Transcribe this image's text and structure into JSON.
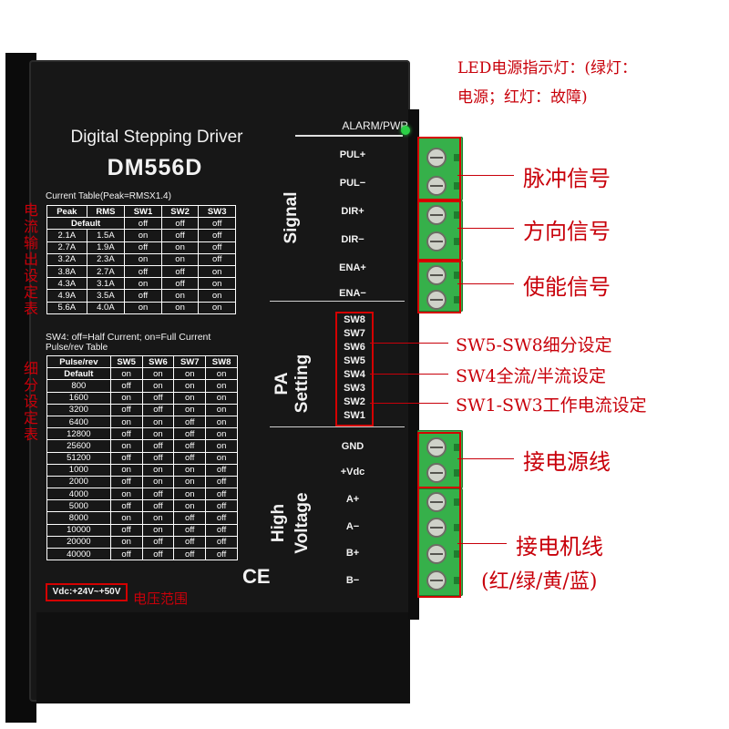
{
  "product": {
    "title": "Digital Stepping Driver",
    "model": "DM556D",
    "alarm_label": "ALARM/PWR",
    "voltage_label": "Vdc:+24V~+50V",
    "ce_mark": "CE",
    "led_color": "#2bd146"
  },
  "current_table": {
    "caption": "Current Table(Peak=RMSX1.4)",
    "headers": [
      "Peak",
      "RMS",
      "SW1",
      "SW2",
      "SW3"
    ],
    "default_row": "Default",
    "default_values": [
      "off",
      "off",
      "off"
    ],
    "rows": [
      [
        "2.1A",
        "1.5A",
        "on",
        "off",
        "off"
      ],
      [
        "2.7A",
        "1.9A",
        "off",
        "on",
        "off"
      ],
      [
        "3.2A",
        "2.3A",
        "on",
        "on",
        "off"
      ],
      [
        "3.8A",
        "2.7A",
        "off",
        "off",
        "on"
      ],
      [
        "4.3A",
        "3.1A",
        "on",
        "off",
        "on"
      ],
      [
        "4.9A",
        "3.5A",
        "off",
        "on",
        "on"
      ],
      [
        "5.6A",
        "4.0A",
        "on",
        "on",
        "on"
      ]
    ],
    "note": "SW4: off=Half Current; on=Full Current"
  },
  "pulse_table": {
    "caption": "Pulse/rev Table",
    "headers": [
      "Pulse/rev",
      "SW5",
      "SW6",
      "SW7",
      "SW8"
    ],
    "rows": [
      [
        "Default",
        "on",
        "on",
        "on",
        "on"
      ],
      [
        "800",
        "off",
        "on",
        "on",
        "on"
      ],
      [
        "1600",
        "on",
        "off",
        "on",
        "on"
      ],
      [
        "3200",
        "off",
        "off",
        "on",
        "on"
      ],
      [
        "6400",
        "on",
        "on",
        "off",
        "on"
      ],
      [
        "12800",
        "off",
        "on",
        "off",
        "on"
      ],
      [
        "25600",
        "on",
        "off",
        "off",
        "on"
      ],
      [
        "51200",
        "off",
        "off",
        "off",
        "on"
      ],
      [
        "1000",
        "on",
        "on",
        "on",
        "off"
      ],
      [
        "2000",
        "off",
        "on",
        "on",
        "off"
      ],
      [
        "4000",
        "on",
        "off",
        "on",
        "off"
      ],
      [
        "5000",
        "off",
        "off",
        "on",
        "off"
      ],
      [
        "8000",
        "on",
        "on",
        "off",
        "off"
      ],
      [
        "10000",
        "off",
        "on",
        "off",
        "off"
      ],
      [
        "20000",
        "on",
        "off",
        "off",
        "off"
      ],
      [
        "40000",
        "off",
        "off",
        "off",
        "off"
      ]
    ]
  },
  "panel": {
    "signal_label": "Signal",
    "setting_label_1": "PA",
    "setting_label_2": "Setting",
    "hv_label_1": "High",
    "hv_label_2": "Voltage",
    "signal_terminals": [
      "PUL+",
      "PUL−",
      "DIR+",
      "DIR−",
      "ENA+",
      "ENA−"
    ],
    "switches": [
      "SW8",
      "SW7",
      "SW6",
      "SW5",
      "SW4",
      "SW3",
      "SW2",
      "SW1"
    ],
    "power_terminals": [
      "GND",
      "+Vdc",
      "A+",
      "A−",
      "B+",
      "B−"
    ]
  },
  "annotations": {
    "led_line1": "LED电源指示灯：(绿灯：",
    "led_line2": "电源；红灯：故障)",
    "pulse_signal": "脉冲信号",
    "direction_signal": "方向信号",
    "enable_signal": "使能信号",
    "sw5_sw8": "SW5-SW8细分设定",
    "sw4": "SW4全流/半流设定",
    "sw1_sw3": "SW1-SW3工作电流设定",
    "power_line": "接电源线",
    "motor_line": "接电机线",
    "motor_colors": "(红/绿/黄/蓝)",
    "voltage_range": "电压范围",
    "current_table_vertical": "电流输出设定表",
    "pulse_table_vertical": "细分设定表"
  },
  "colors": {
    "annotation_red": "#c8000a",
    "terminal_green": "#36b04a",
    "driver_black": "#171717"
  }
}
